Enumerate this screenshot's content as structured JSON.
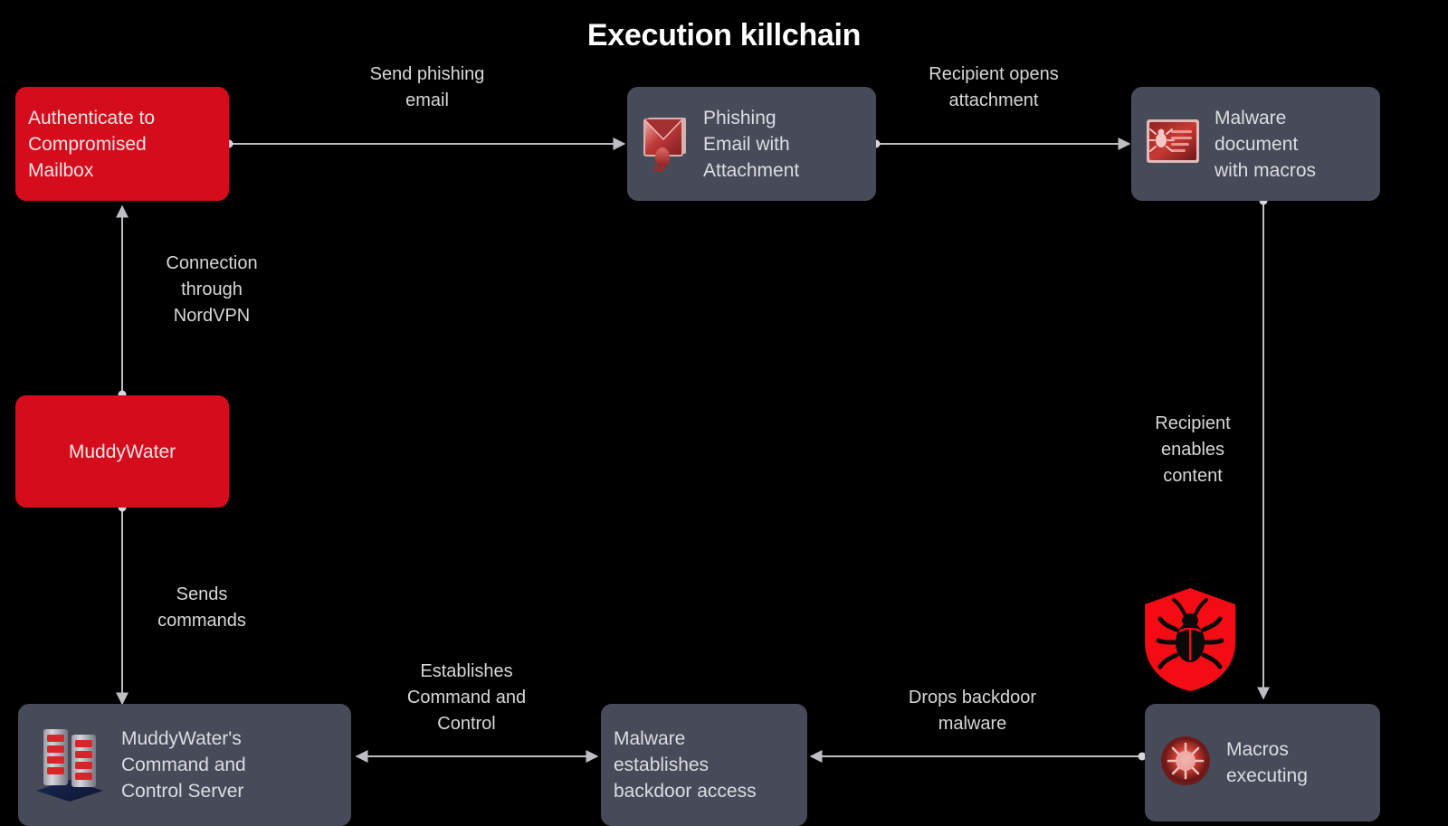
{
  "title": "Execution killchain",
  "theme": {
    "background": "#000000",
    "node_grey": "#474A58",
    "node_red": "#D40C1C",
    "edge_stroke": "#bdbdc4",
    "label_text": "#d7d7da",
    "title_text": "#ffffff",
    "shield_red": "#F40C14"
  },
  "diagram": {
    "type": "flowchart",
    "nodes": [
      {
        "id": "authenticate",
        "label": "Authenticate to\nCompromised\nMailbox",
        "style": "red",
        "icon": null
      },
      {
        "id": "phishing-email",
        "label": "Phishing\nEmail with\nAttachment",
        "style": "grey",
        "icon": "email-envelope-icon"
      },
      {
        "id": "malware-document",
        "label": "Malware\ndocument\nwith macros",
        "style": "grey",
        "icon": "document-with-bug-icon"
      },
      {
        "id": "muddywater",
        "label": "MuddyWater",
        "style": "red",
        "icon": null
      },
      {
        "id": "c2-server",
        "label": "MuddyWater's\nCommand and\nControl Server",
        "style": "grey",
        "icon": "server-rack-icon"
      },
      {
        "id": "backdoor",
        "label": "Malware\nestablishes\nbackdoor access",
        "style": "grey",
        "icon": null
      },
      {
        "id": "macros-executing",
        "label": "Macros\nexecuting",
        "style": "grey",
        "icon": "virus-disc-icon"
      }
    ],
    "edges": [
      {
        "id": "e-send-phishing",
        "from": "authenticate",
        "to": "phishing-email",
        "label": "Send phishing\nemail",
        "direction": "forward"
      },
      {
        "id": "e-opens-attachment",
        "from": "phishing-email",
        "to": "malware-document",
        "label": "Recipient opens\nattachment",
        "direction": "forward"
      },
      {
        "id": "e-enables-content",
        "from": "malware-document",
        "to": "macros-executing",
        "label": "Recipient\nenables\ncontent",
        "direction": "forward"
      },
      {
        "id": "e-drops-backdoor",
        "from": "macros-executing",
        "to": "backdoor",
        "label": "Drops backdoor\nmalware",
        "direction": "forward"
      },
      {
        "id": "e-establishes-c2",
        "from": "backdoor",
        "to": "c2-server",
        "label": "Establishes\nCommand and\nControl",
        "direction": "bidirectional"
      },
      {
        "id": "e-sends-commands",
        "from": "muddywater",
        "to": "c2-server",
        "label": "Sends\ncommands",
        "direction": "forward"
      },
      {
        "id": "e-nordvpn",
        "from": "muddywater",
        "to": "authenticate",
        "label": "Connection\nthrough\nNordVPN",
        "direction": "forward"
      }
    ],
    "decorations": [
      {
        "id": "shield-bug",
        "icon": "shield-bug-icon"
      }
    ]
  }
}
